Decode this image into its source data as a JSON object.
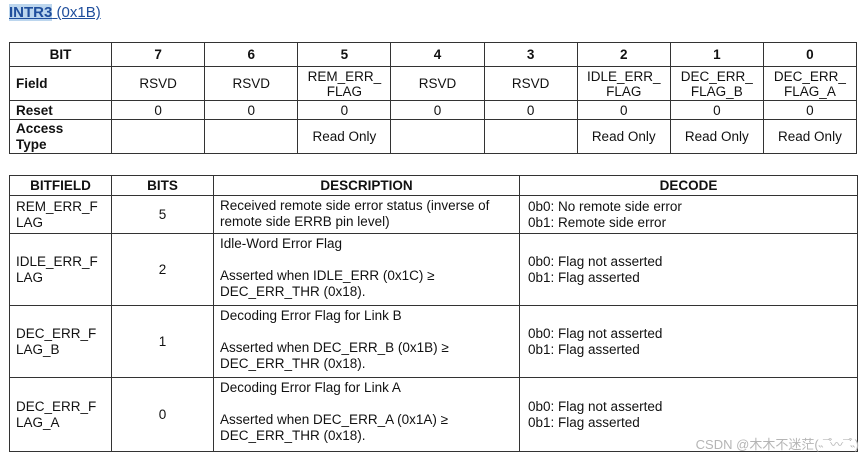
{
  "heading": {
    "name": "INTR3",
    "address": "(0x1B)"
  },
  "bits_table": {
    "header": [
      "BIT",
      "7",
      "6",
      "5",
      "4",
      "3",
      "2",
      "1",
      "0"
    ],
    "field": {
      "label": "Field",
      "values": [
        "RSVD",
        "RSVD",
        "REM_ERR_\nFLAG",
        "RSVD",
        "RSVD",
        "IDLE_ERR_\nFLAG",
        "DEC_ERR_\nFLAG_B",
        "DEC_ERR_\nFLAG_A"
      ]
    },
    "reset": {
      "label": "Reset",
      "values": [
        "0",
        "0",
        "0",
        "0",
        "0",
        "0",
        "0",
        "0"
      ]
    },
    "access": {
      "label": "Access\nType",
      "values": [
        "",
        "",
        "Read Only",
        "",
        "",
        "Read Only",
        "Read Only",
        "Read Only"
      ]
    }
  },
  "desc_table": {
    "header": [
      "BITFIELD",
      "BITS",
      "DESCRIPTION",
      "DECODE"
    ],
    "rows": [
      {
        "bitfield": "REM_ERR_F\nLAG",
        "bits": "5",
        "desc_lines": [
          "Received remote side error status (inverse of",
          "remote side ERRB pin level)"
        ],
        "decode": [
          "0b0: No remote side error",
          "0b1: Remote side error"
        ]
      },
      {
        "bitfield": "IDLE_ERR_F\nLAG",
        "bits": "2",
        "desc_lines": [
          "Idle-Word Error Flag",
          "",
          "Asserted when IDLE_ERR (0x1C) ≥",
          "DEC_ERR_THR (0x18)."
        ],
        "decode": [
          "0b0: Flag not asserted",
          "0b1: Flag asserted"
        ]
      },
      {
        "bitfield": "DEC_ERR_F\nLAG_B",
        "bits": "1",
        "desc_lines": [
          "Decoding Error Flag for Link B",
          "",
          "Asserted when DEC_ERR_B (0x1B) ≥",
          "DEC_ERR_THR (0x18)."
        ],
        "decode": [
          "0b0: Flag not asserted",
          "0b1: Flag asserted"
        ]
      },
      {
        "bitfield": "DEC_ERR_F\nLAG_A",
        "bits": "0",
        "desc_lines": [
          "Decoding Error Flag for Link A",
          "",
          "Asserted when DEC_ERR_A (0x1A) ≥",
          "DEC_ERR_THR (0x18)."
        ],
        "decode": [
          "0b0: Flag not asserted",
          "0b1: Flag asserted"
        ]
      }
    ]
  },
  "watermark": "CSDN @木木不迷茫(˵¯͒〰¯͒˵)"
}
